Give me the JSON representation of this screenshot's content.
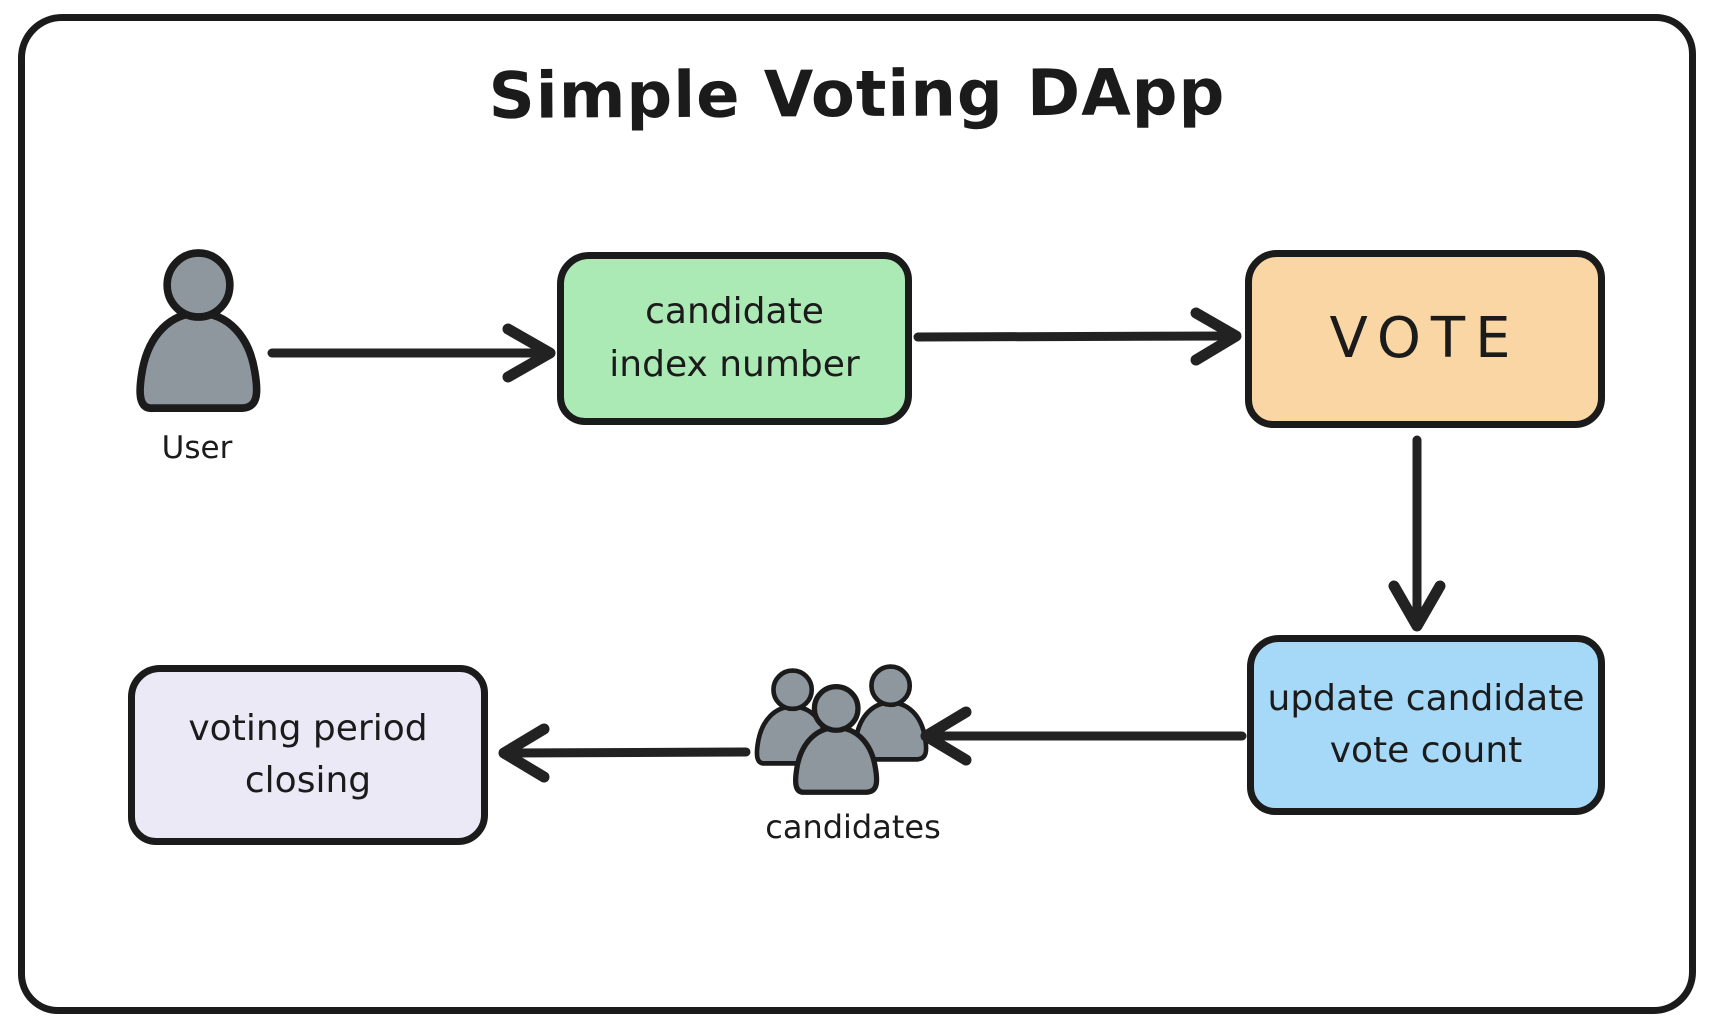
{
  "diagram": {
    "title": "Simple Voting DApp",
    "background": "#ffffff",
    "stroke_color": "#1b1b1b",
    "person_fill": "#8e969e",
    "nodes": {
      "user": {
        "label": "User",
        "type": "actor"
      },
      "candidate_index": {
        "label": "candidate index number",
        "type": "process",
        "fill": "#abe9b5"
      },
      "vote": {
        "label": "VOTE",
        "type": "process",
        "fill": "#f9d6a3"
      },
      "update_count": {
        "label": "update candidate vote count",
        "type": "process",
        "fill": "#a6d9f8"
      },
      "candidates": {
        "label": "candidates",
        "type": "actor-group"
      },
      "voting_period": {
        "label": "voting period closing",
        "type": "process",
        "fill": "#ece9f7"
      }
    },
    "edges": [
      {
        "from": "user",
        "to": "candidate_index",
        "direction": "right"
      },
      {
        "from": "candidate_index",
        "to": "vote",
        "direction": "right"
      },
      {
        "from": "vote",
        "to": "update_count",
        "direction": "down"
      },
      {
        "from": "update_count",
        "to": "candidates",
        "direction": "left"
      },
      {
        "from": "candidates",
        "to": "voting_period",
        "direction": "left"
      }
    ]
  }
}
